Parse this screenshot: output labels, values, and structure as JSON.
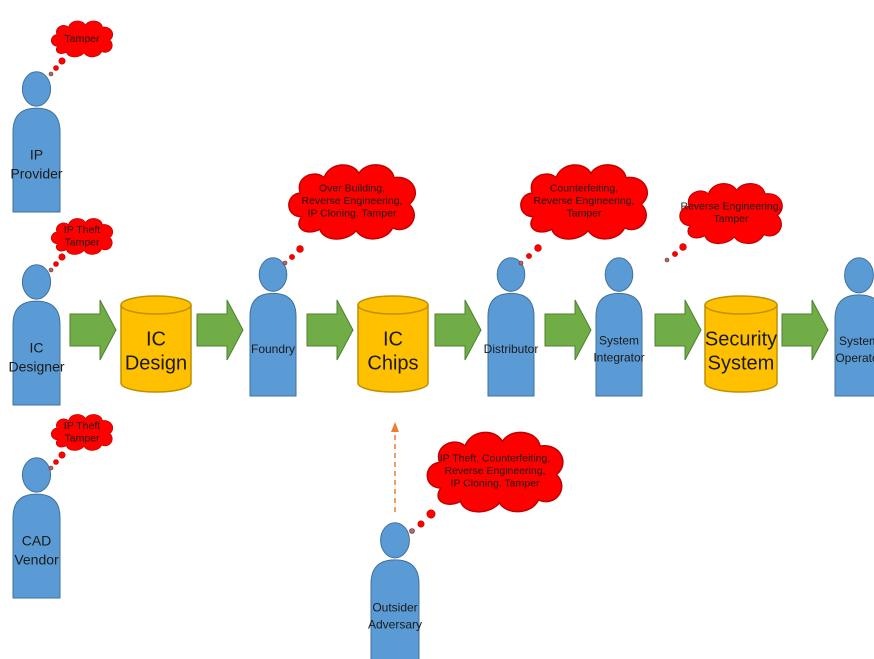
{
  "colors": {
    "person_fill": "#5b9bd5",
    "person_stroke": "#41719c",
    "cylinder_fill": "#ffc000",
    "cylinder_stroke": "#bf9000",
    "arrow_fill": "#70ad47",
    "cloud_fill": "#ff0000",
    "cloud_stroke": "#c00000",
    "dashed_arrow": "#ed7d31"
  },
  "people": {
    "ip_provider": [
      "IP",
      "Provider"
    ],
    "ic_designer": [
      "IC",
      "Designer"
    ],
    "cad_vendor": [
      "CAD",
      "Vendor"
    ],
    "foundry": [
      "Foundry"
    ],
    "distributor": [
      "Distributor"
    ],
    "system_integrator": [
      "System",
      "Integrator"
    ],
    "system_operator": [
      "System",
      "Operator"
    ],
    "outsider_adversary": [
      "Outsider",
      "Adversary"
    ]
  },
  "cylinders": {
    "ic_design": [
      "IC",
      "Design"
    ],
    "ic_chips": [
      "IC",
      "Chips"
    ],
    "security_system": [
      "Security",
      "System"
    ]
  },
  "threats": {
    "ip_provider": [
      "Tamper"
    ],
    "ic_designer": [
      "IP Theft",
      "Tamper"
    ],
    "cad_vendor": [
      "IP Theft",
      "Tamper"
    ],
    "foundry": [
      "Over Building,",
      "Reverse Engineering,",
      "IP Cloning, Tamper"
    ],
    "distributor": [
      "Counterfeiting,",
      "Reverse Engineering,",
      "Tamper"
    ],
    "system_integrator": [
      "Reverse Engineering,",
      "Tamper"
    ],
    "outsider_adversary": [
      "IP Theft, Counterfeiting,",
      "Reverse Engineering,",
      "IP Cloning, Tamper"
    ]
  }
}
